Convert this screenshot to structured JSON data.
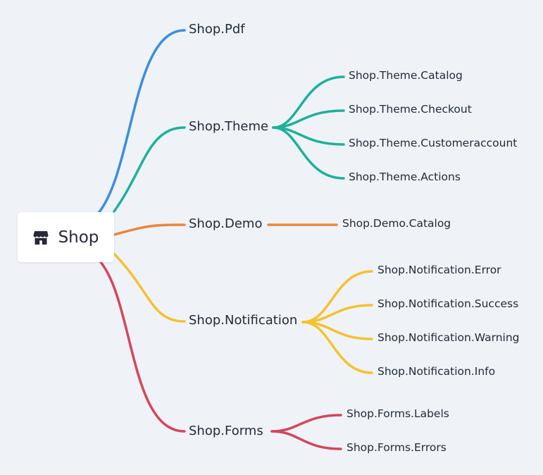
{
  "root": {
    "label": "Shop",
    "icon": "store-icon"
  },
  "branches": [
    {
      "key": "pdf",
      "label": "Shop.Pdf",
      "color": "#3b8ede",
      "children": []
    },
    {
      "key": "theme",
      "label": "Shop.Theme",
      "color": "#1fb09a",
      "children": [
        "Shop.Theme.Catalog",
        "Shop.Theme.Checkout",
        "Shop.Theme.Customeraccount",
        "Shop.Theme.Actions"
      ]
    },
    {
      "key": "demo",
      "label": "Shop.Demo",
      "color": "#e8873a",
      "children": [
        "Shop.Demo.Catalog"
      ]
    },
    {
      "key": "notification",
      "label": "Shop.Notification",
      "color": "#f5c12e",
      "children": [
        "Shop.Notification.Error",
        "Shop.Notification.Success",
        "Shop.Notification.Warning",
        "Shop.Notification.Info"
      ]
    },
    {
      "key": "forms",
      "label": "Shop.Forms",
      "color": "#d6455c",
      "children": [
        "Shop.Forms.Labels",
        "Shop.Forms.Errors"
      ]
    }
  ]
}
